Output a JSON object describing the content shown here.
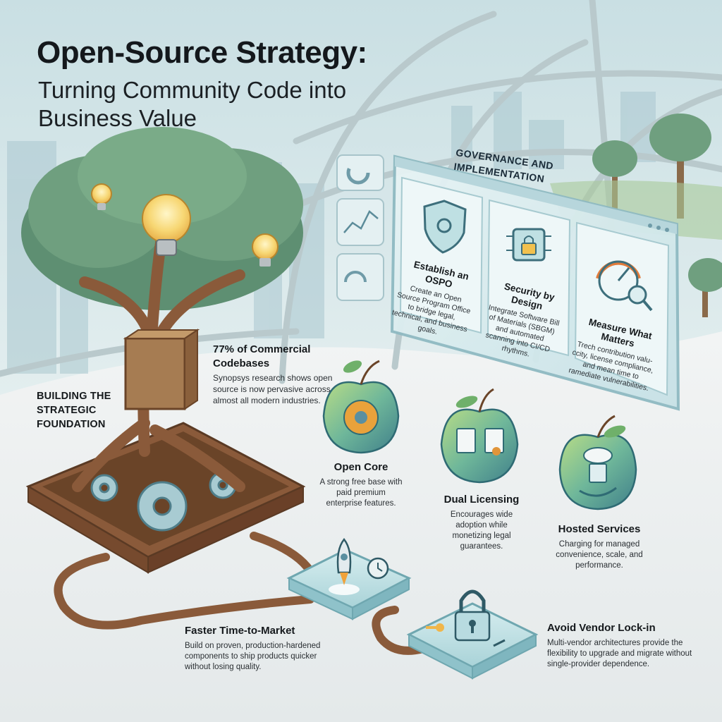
{
  "title": {
    "main": "Open-Source Strategy:",
    "sub": "Turning Community Code into Business Value"
  },
  "foundation": {
    "label": "BUILDING THE STRATEGIC FOUNDATION",
    "stat_title": "77% of Commercial Codebases",
    "stat_body": "Synopsys research shows open source is now pervasive across almost all modern industries."
  },
  "governance": {
    "title": "GOVERNANCE AND IMPLEMENTATION",
    "cards": [
      {
        "title": "Establish an OSPO",
        "body": "Create an Open Source Program Office to bridge legal, technical, and business goals.",
        "icon": "shield-gear-icon"
      },
      {
        "title": "Security by Design",
        "body": "Integrate Software Bill of Materials (SBGM) and automated scanning into CI/CD rhythms.",
        "icon": "chip-lock-icon"
      },
      {
        "title": "Measure What Matters",
        "body": "Trech contribution valu-ccity, license compliance, and mean time to ramediate vulnerabilities.",
        "icon": "gauge-magnifier-icon"
      }
    ]
  },
  "models": [
    {
      "title": "Open Core",
      "body": "A strong free base with paid premium enterprise features.",
      "icon": "gear-apple-icon"
    },
    {
      "title": "Dual Licensing",
      "body": "Encourages wide adoption while monetizing legal guarantees.",
      "icon": "certificates-apple-icon"
    },
    {
      "title": "Hosted Services",
      "body": "Charging for managed convenience, scale, and performance.",
      "icon": "cloud-server-apple-icon"
    }
  ],
  "benefits": [
    {
      "title": "Faster Time-to-Market",
      "body": "Build on proven, production-hardened components to ship products quicker without losing quality.",
      "icon": "rocket-clock-icon"
    },
    {
      "title": "Avoid Vendor Lock-in",
      "body": "Multi-vendor architectures provide the flexibility to upgrade and migrate without single-provider dependence.",
      "icon": "padlock-keys-icon"
    }
  ],
  "colors": {
    "sky": "#d7e7ea",
    "leaf": "#5e8f72",
    "wood": "#8a5a3a",
    "panel": "#cfe6ea",
    "accent": "#e8a93a"
  }
}
